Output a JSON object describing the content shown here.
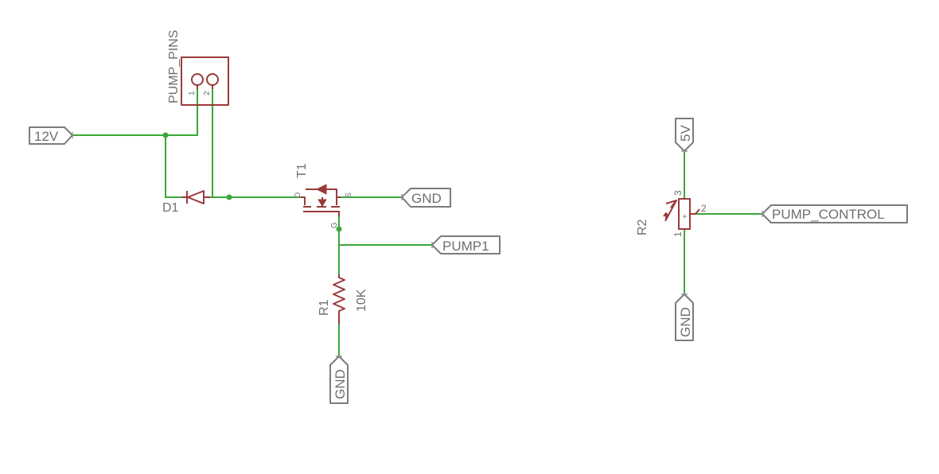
{
  "schematic": {
    "parts": {
      "pump_header": {
        "name": "PUMP_PINS",
        "pin1": "1",
        "pin2": "2"
      },
      "diode": {
        "name": "D1"
      },
      "mosfet": {
        "name": "T1",
        "pin_d": "D",
        "pin_s": "S",
        "pin_g": "G"
      },
      "resistor": {
        "name": "R1",
        "value": "10K"
      },
      "potentiometer": {
        "name": "R2",
        "pin1": "1",
        "pin2": "2",
        "pin3": "3"
      }
    },
    "net_labels": {
      "v12": "12V",
      "gnd_mosfet": "GND",
      "pump1": "PUMP1",
      "gnd_resistor": "GND",
      "v5": "5V",
      "pump_control": "PUMP_CONTROL",
      "gnd_pot": "GND"
    },
    "colors": {
      "wire": "#3aa83a",
      "part": "#9b3a3a",
      "label": "#7c7c7c",
      "text": "#6f6f6f"
    }
  }
}
